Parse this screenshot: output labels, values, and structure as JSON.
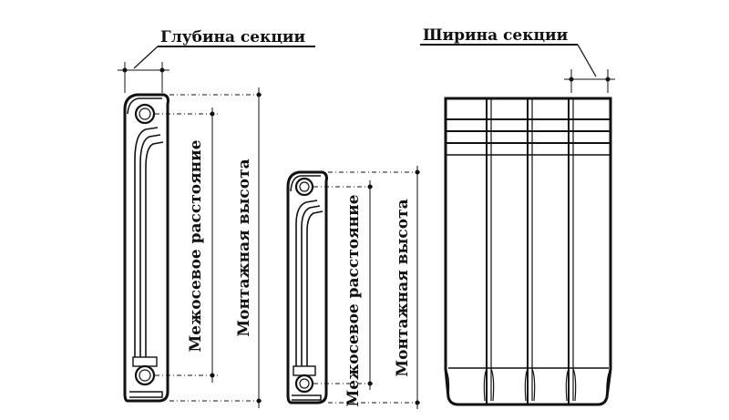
{
  "labels": {
    "section_depth": "Глубина секции",
    "section_width": "Ширина секции",
    "axis_distance": "Межосевое расстояние",
    "mounting_height": "Монтажная высота"
  }
}
